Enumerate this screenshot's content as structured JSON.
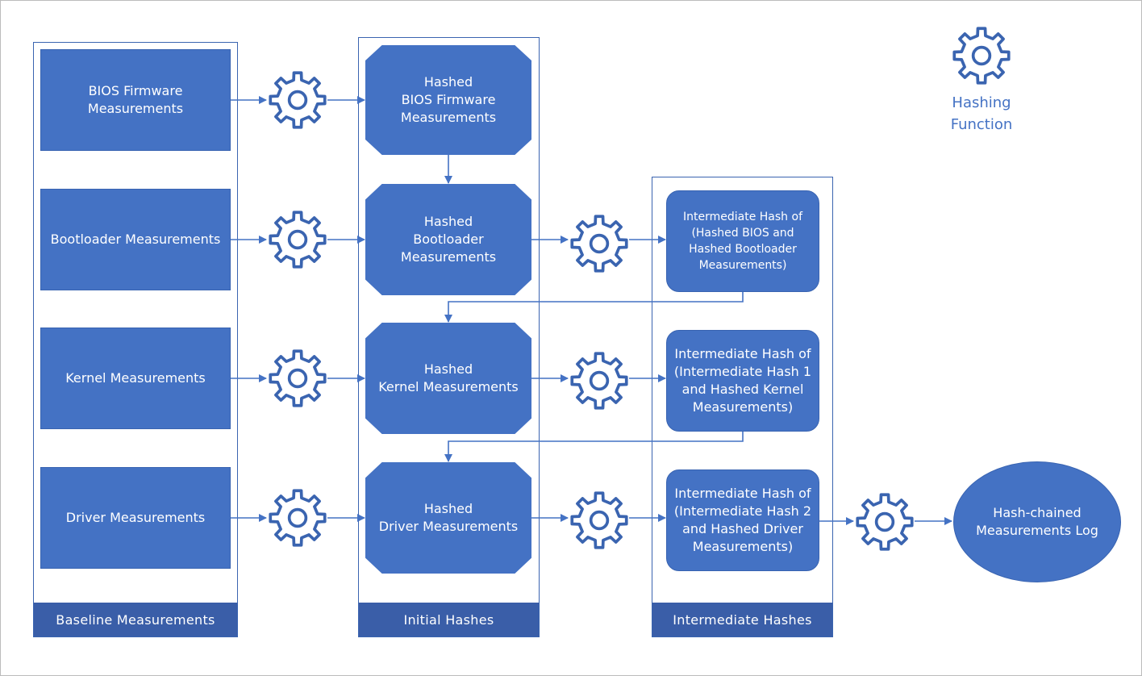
{
  "columns": {
    "baseline": "Baseline Measurements",
    "initial": "Initial Hashes",
    "intermediate": "Intermediate Hashes"
  },
  "baseline": {
    "bios": "BIOS Firmware\nMeasurements",
    "bootloader": "Bootloader Measurements",
    "kernel": "Kernel Measurements",
    "driver": "Driver Measurements"
  },
  "initial": {
    "bios": "Hashed\nBIOS Firmware\nMeasurements",
    "bootloader": "Hashed\nBootloader\nMeasurements",
    "kernel": "Hashed\nKernel Measurements",
    "driver": "Hashed\nDriver Measurements"
  },
  "intermediate": {
    "one": "Intermediate Hash of\n(Hashed BIOS and\nHashed Bootloader\nMeasurements)",
    "two": "Intermediate Hash of\n(Intermediate Hash 1\nand Hashed Kernel\nMeasurements)",
    "three": "Intermediate Hash of\n(Intermediate Hash 2\nand Hashed Driver\nMeasurements)"
  },
  "log": "Hash-chained\nMeasurements Log",
  "legend": {
    "icon": "gear-icon",
    "label": "Hashing\nFunction"
  },
  "colors": {
    "box_fill": "#4472c4",
    "label_band": "#3a5ea8",
    "stroke": "#3a64b0",
    "legend_text": "#4472c4"
  }
}
